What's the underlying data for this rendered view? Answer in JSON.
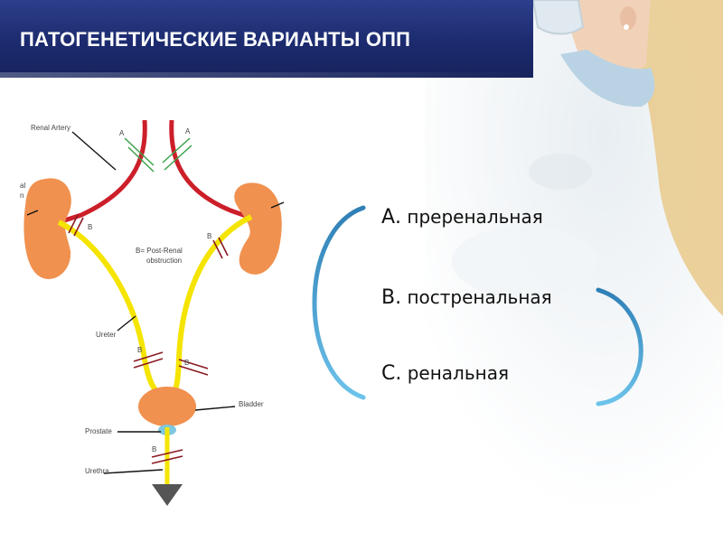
{
  "slide": {
    "title": "ПАТОГЕНЕТИЧЕСКИЕ ВАРИАНТЫ ОПП"
  },
  "diagram": {
    "labels": {
      "renal_artery": "Renal Artery",
      "kidney_partial_top": "al",
      "kidney_partial_bottom": "n",
      "a_left": "A",
      "a_right": "A",
      "b_left_kidney": "B",
      "b_right_kidney": "B",
      "post_renal_line1": "B= Post-Renal",
      "post_renal_line2": "obstruction",
      "ureter": "Ureter",
      "b_ureter_left": "B",
      "b_ureter_right": "B",
      "bladder": "Bladder",
      "prostate": "Prostate",
      "b_urethra": "B",
      "urethra": "Urethra"
    }
  },
  "variants": [
    {
      "letter": "А.",
      "text": "преренальная"
    },
    {
      "letter": "В.",
      "text": "постренальная"
    },
    {
      "letter": "С.",
      "text": "ренальная"
    }
  ],
  "colors": {
    "title_bg": "#1c2b6e",
    "artery": "#cc1f2a",
    "ureter": "#f5e400",
    "kidney": "#f0914f",
    "arc_blue": "#4aa3d6"
  }
}
